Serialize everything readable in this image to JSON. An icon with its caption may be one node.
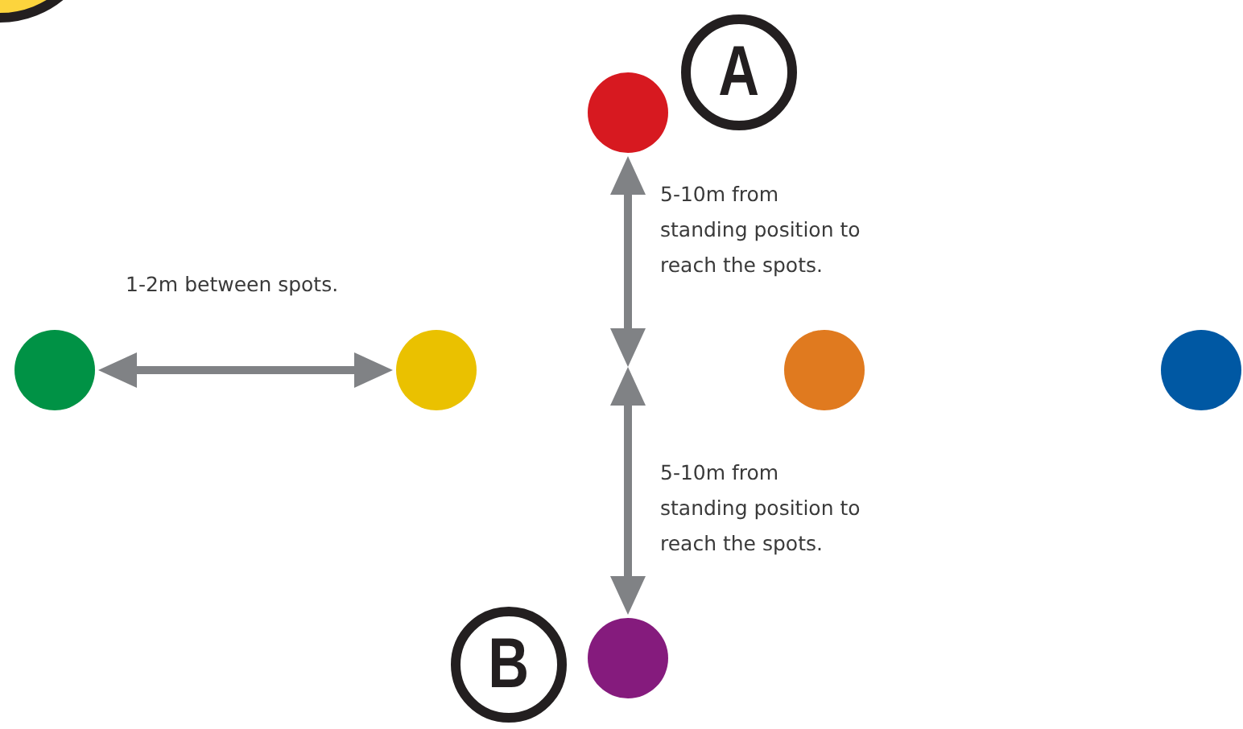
{
  "diagram": {
    "nodes": [
      {
        "text": [],
        "shape": "circle"
      },
      {
        "text": [
          "A"
        ]
      },
      {
        "text": [],
        "shape": "circle"
      },
      {
        "text": [],
        "shape": "circle"
      },
      {
        "text": [],
        "shape": "circle"
      },
      {
        "text": [],
        "shape": "circle"
      },
      {
        "text": [],
        "shape": "circle"
      },
      {
        "text": [
          "B"
        ]
      },
      {
        "text": [],
        "shape": "circle"
      }
    ],
    "edges": [
      {
        "from": 3,
        "to": 4,
        "arrow": "both",
        "label": "1-2m between spots."
      },
      {
        "from": null,
        "to": 2,
        "arrow": "both",
        "label": "5-10m from standing position to reach the spots."
      },
      {
        "from": null,
        "to": 8,
        "arrow": "both",
        "label": "5-10m from standing position to reach the spots."
      }
    ]
  }
}
